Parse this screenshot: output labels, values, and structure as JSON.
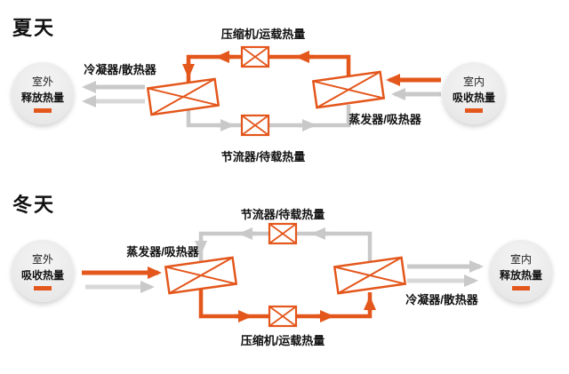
{
  "colors": {
    "orange": "#E4571C",
    "gray": "#C9C9C9",
    "light_gray": "#D8D8D8",
    "circle_fill": "#EDEDED",
    "text": "#1A1A1A"
  },
  "summer": {
    "title": "夏天",
    "outdoor_circle": {
      "line1": "室外",
      "line2": "释放热量"
    },
    "indoor_circle": {
      "line1": "室内",
      "line2": "吸收热量"
    },
    "condenser_label": "冷凝器/散热器",
    "compressor_label": "压缩机/运载热量",
    "evaporator_label": "蒸发器/吸热器",
    "throttle_label": "节流器/待载热量"
  },
  "winter": {
    "title": "冬天",
    "outdoor_circle": {
      "line1": "室外",
      "line2": "吸收热量"
    },
    "indoor_circle": {
      "line1": "室内",
      "line2": "释放热量"
    },
    "evaporator_label": "蒸发器/吸热器",
    "throttle_label": "节流器/待载热量",
    "condenser_label": "冷凝器/散热器",
    "compressor_label": "压缩机/运载热量"
  }
}
